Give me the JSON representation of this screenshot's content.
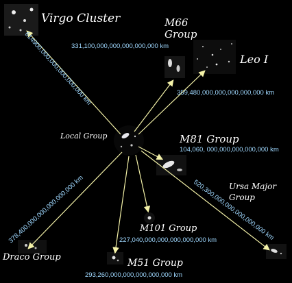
{
  "labels": {
    "virgo": "Virgo Cluster",
    "m66_line1": "M66",
    "m66_line2": "Group",
    "leo": "Leo I",
    "local": "Local Group",
    "m81": "M81 Group",
    "ursa_line1": "Ursa Major",
    "ursa_line2": "Group",
    "m101": "M101 Group",
    "m51": "M51 Group",
    "draco": "Draco Group"
  },
  "distances": {
    "virgo": "614900,000,000,000,000,000 km",
    "m66": "331,100,000,000,000,000,000 km",
    "leo": "359,480,000,000,000,000,000 km",
    "m81": "104,060, 000,000,000,000,000 km",
    "ursa": "520,300,000,000,000,000,000 km",
    "m101": "227,040,000,000,000,000,000 km",
    "m51": "293,260,000,000,000,000,000 km",
    "draco": "378,400,000,000,000,000,000 km"
  },
  "colors": {
    "arrow": "#f4f2a8",
    "title": "#ffffff",
    "distance": "#9fd8ff",
    "background": "#000000"
  }
}
